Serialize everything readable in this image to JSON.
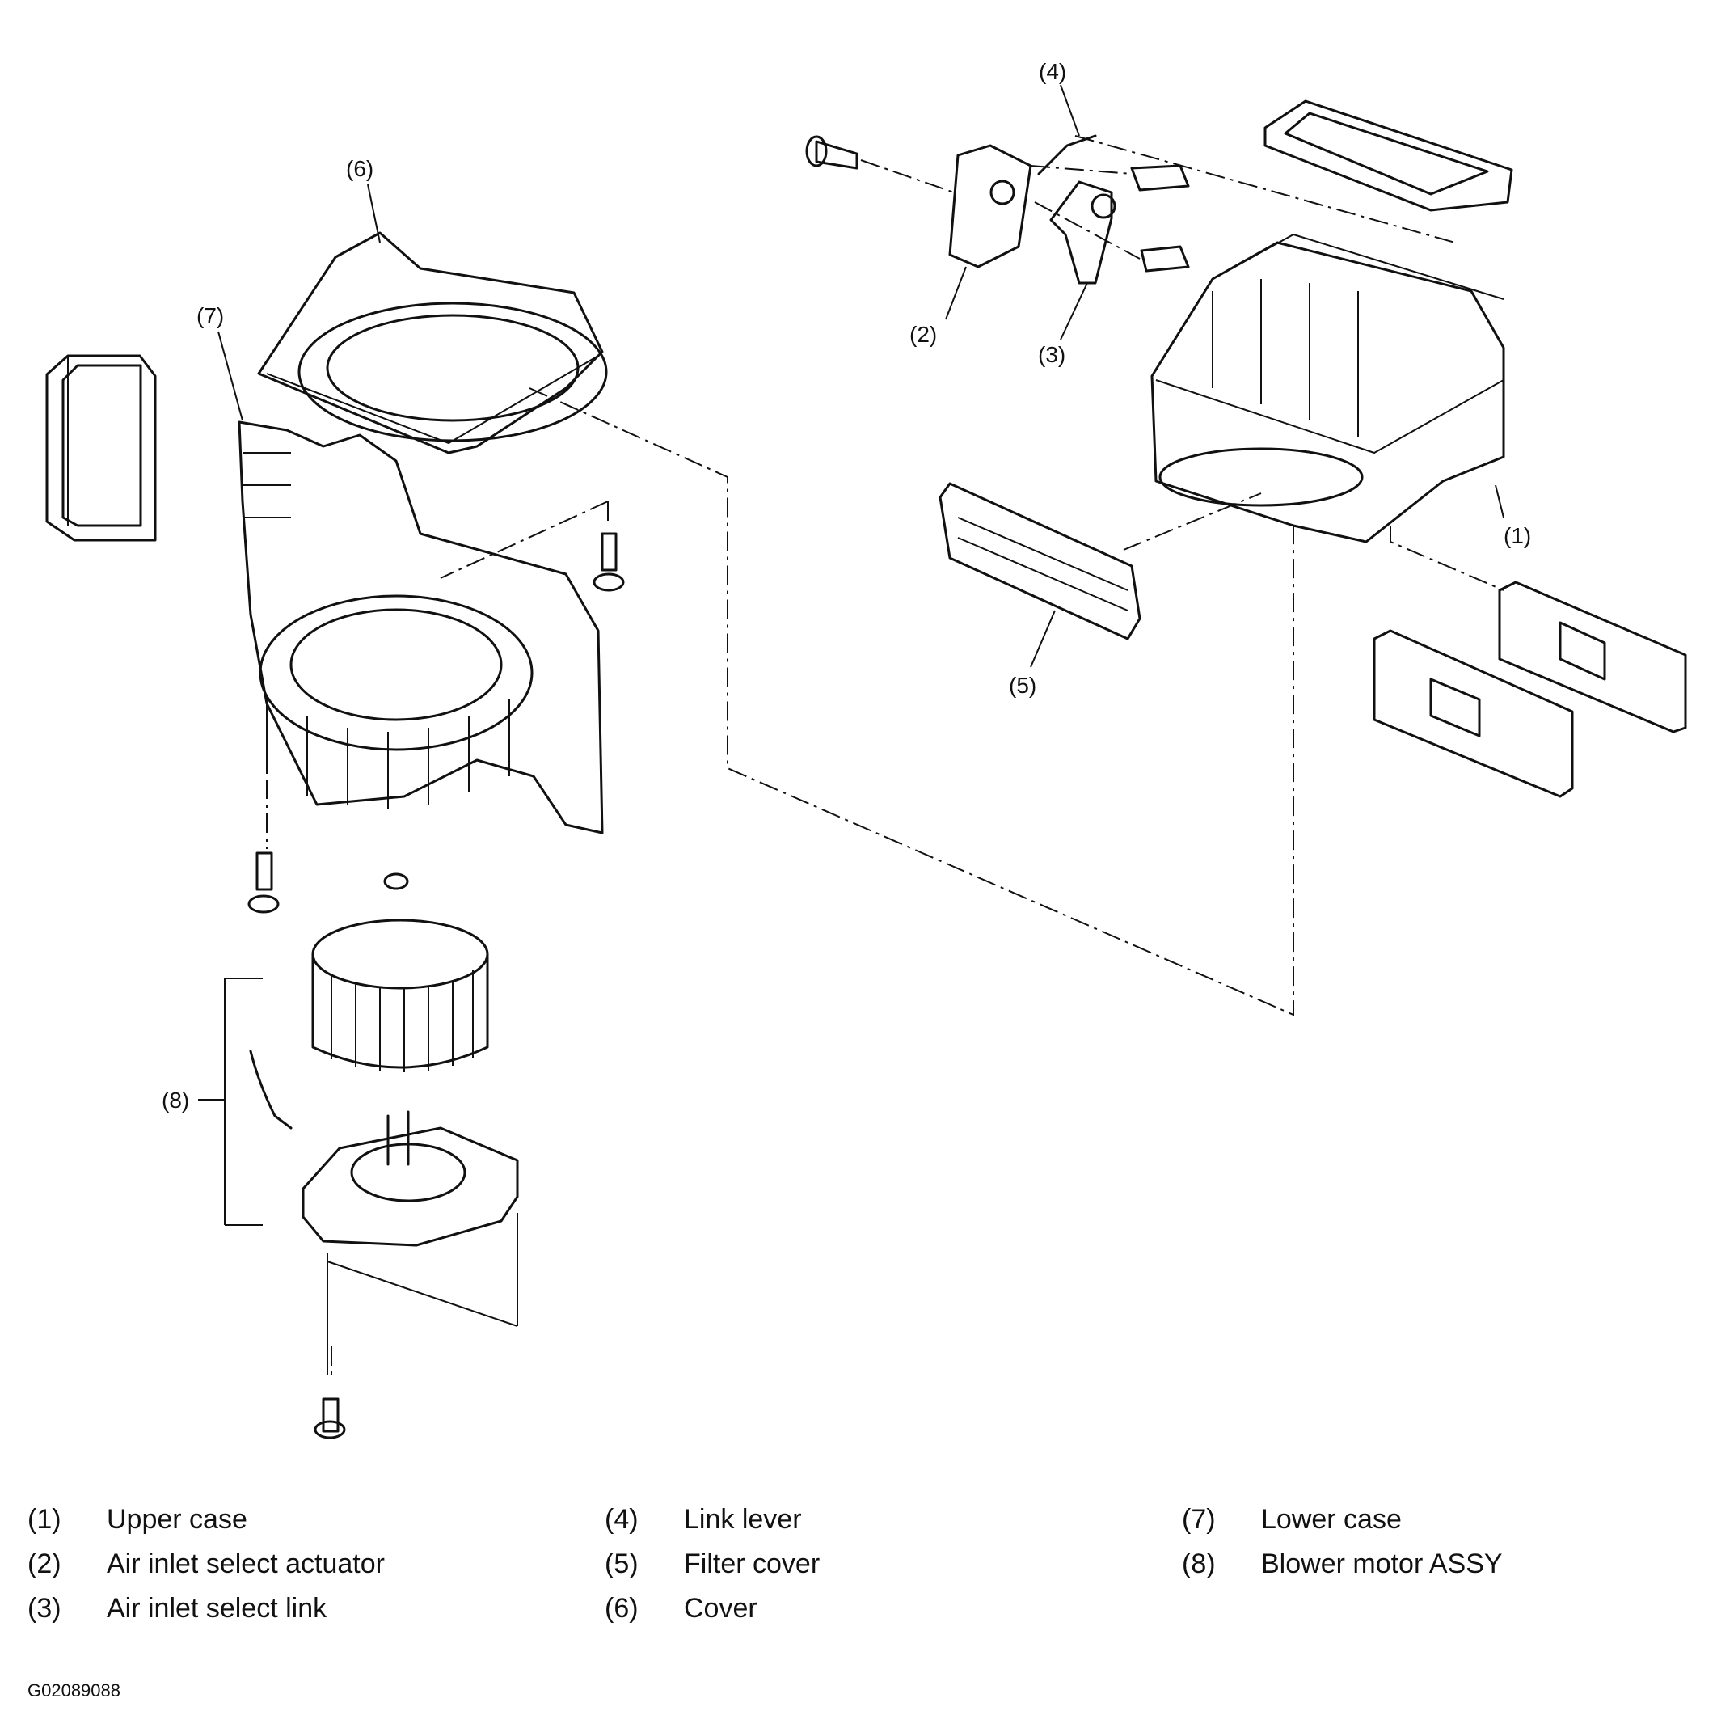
{
  "callouts": [
    {
      "num": "(1)"
    },
    {
      "num": "(2)"
    },
    {
      "num": "(3)"
    },
    {
      "num": "(4)"
    },
    {
      "num": "(5)"
    },
    {
      "num": "(6)"
    },
    {
      "num": "(7)"
    },
    {
      "num": "(8)"
    }
  ],
  "legend": [
    {
      "num": "(1)",
      "name": "Upper case"
    },
    {
      "num": "(2)",
      "name": "Air inlet select actuator"
    },
    {
      "num": "(3)",
      "name": "Air inlet select link"
    },
    {
      "num": "(4)",
      "name": "Link lever"
    },
    {
      "num": "(5)",
      "name": "Filter cover"
    },
    {
      "num": "(6)",
      "name": "Cover"
    },
    {
      "num": "(7)",
      "name": "Lower case"
    },
    {
      "num": "(8)",
      "name": "Blower motor ASSY"
    }
  ],
  "figure_id": "G02089088"
}
